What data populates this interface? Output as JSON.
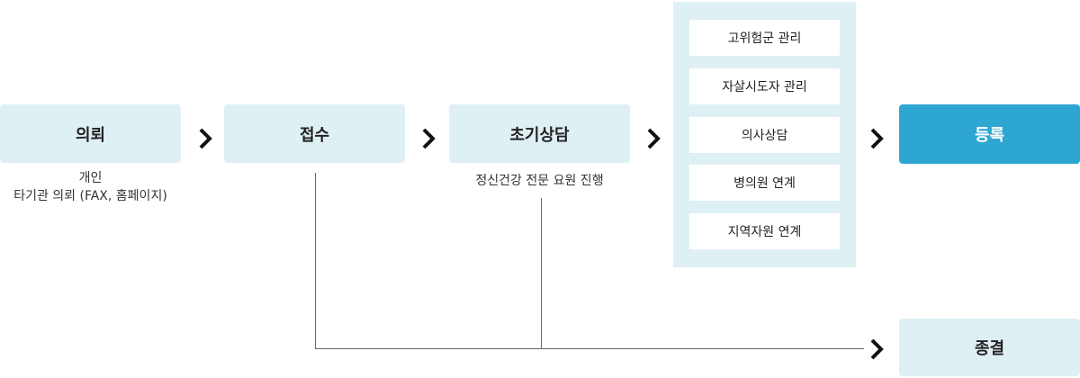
{
  "steps": {
    "referral": {
      "label": "의뢰",
      "note1": "개인",
      "note2": "타기관 의뢰 (FAX, 홈페이지)"
    },
    "intake": {
      "label": "접수"
    },
    "initial": {
      "label": "초기상담",
      "note": "정신건강 전문 요원 진행"
    },
    "register": {
      "label": "등록"
    },
    "end": {
      "label": "종결"
    }
  },
  "services": [
    {
      "label": "고위험군 관리"
    },
    {
      "label": "자살시도자 관리"
    },
    {
      "label": "의사상담"
    },
    {
      "label": "병의원 연계"
    },
    {
      "label": "지역자원 연계"
    }
  ],
  "colors": {
    "box_bg": "#dff0f5",
    "primary": "#2ea6d2",
    "arrow": "#111111",
    "line": "#666666"
  },
  "icons": {
    "arrow": "chevron-right-icon"
  }
}
